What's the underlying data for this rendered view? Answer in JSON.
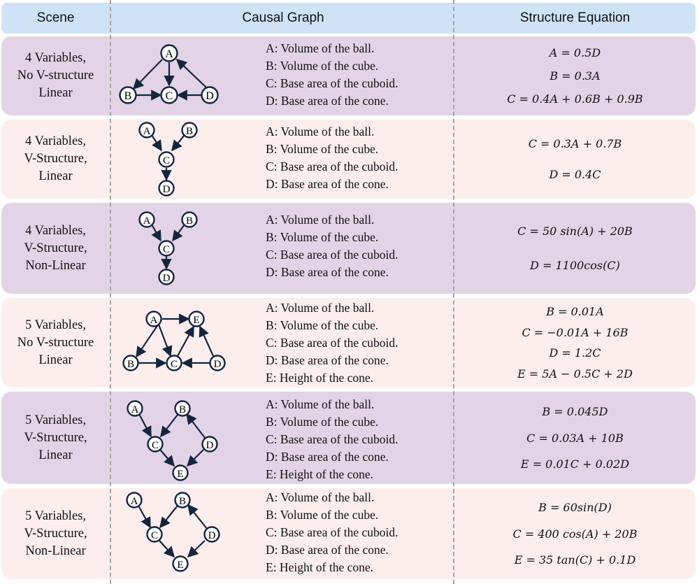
{
  "headers": {
    "scene": "Scene",
    "graph": "Causal Graph",
    "equation": "Structure Equation"
  },
  "rows": [
    {
      "scene": [
        "4 Variables,",
        "No V-structure",
        "Linear"
      ],
      "legend": [
        "A: Volume of the ball.",
        "B: Volume of the cube.",
        "C: Base area of the cuboid.",
        "D: Base area of the cone."
      ],
      "equations": [
        "A = 0.5D",
        "B = 0.3A",
        "C = 0.4A + 0.6B + 0.9B"
      ],
      "nodes": [
        "A",
        "B",
        "C",
        "D"
      ]
    },
    {
      "scene": [
        "4 Variables,",
        "V-Structure,",
        "Linear"
      ],
      "legend": [
        "A: Volume of the ball.",
        "B: Volume of the cube.",
        "C: Base area of the cuboid.",
        "D: Base area of the cone."
      ],
      "equations": [
        "C = 0.3A + 0.7B",
        "D = 0.4C"
      ],
      "nodes": [
        "A",
        "B",
        "C",
        "D"
      ]
    },
    {
      "scene": [
        "4 Variables,",
        "V-Structure,",
        "Non-Linear"
      ],
      "legend": [
        "A: Volume of the ball.",
        "B: Volume of the cube.",
        "C: Base area of the cuboid.",
        "D: Base area of the cone."
      ],
      "equations": [
        "C = 50 sin(A) + 20B",
        "D = 1100cos(C)"
      ],
      "nodes": [
        "A",
        "B",
        "C",
        "D"
      ]
    },
    {
      "scene": [
        "5 Variables,",
        "No V-structure",
        "Linear"
      ],
      "legend": [
        "A: Volume of the ball.",
        "B: Volume of the cube.",
        "C: Base area of the cuboid.",
        "D: Base area of the cone.",
        "E: Height of the cone."
      ],
      "equations": [
        "B = 0.01A",
        "C = −0.01A + 16B",
        "D = 1.2C",
        "E = 5A − 0.5C + 2D"
      ],
      "nodes": [
        "A",
        "B",
        "C",
        "D",
        "E"
      ]
    },
    {
      "scene": [
        "5 Variables,",
        "V-Structure,",
        "Linear"
      ],
      "legend": [
        "A: Volume of the ball.",
        "B: Volume of the cube.",
        "C: Base area of the cuboid.",
        "D: Base area of the cone.",
        "E: Height of the cone."
      ],
      "equations": [
        "B = 0.045D",
        "C = 0.03A + 10B",
        "E = 0.01C + 0.02D"
      ],
      "nodes": [
        "A",
        "B",
        "C",
        "D",
        "E"
      ]
    },
    {
      "scene": [
        "5 Variables,",
        "V-Structure,",
        "Non-Linear"
      ],
      "legend": [
        "A: Volume of the ball.",
        "B: Volume of the cube.",
        "C: Base area of the cuboid.",
        "D: Base area of the cone.",
        "E: Height of the cone."
      ],
      "equations": [
        "B = 60sin(D)",
        "C = 400 cos(A) + 20B",
        "E = 35 tan(C) + 0.1D"
      ],
      "nodes": [
        "A",
        "B",
        "C",
        "D",
        "E"
      ]
    }
  ]
}
